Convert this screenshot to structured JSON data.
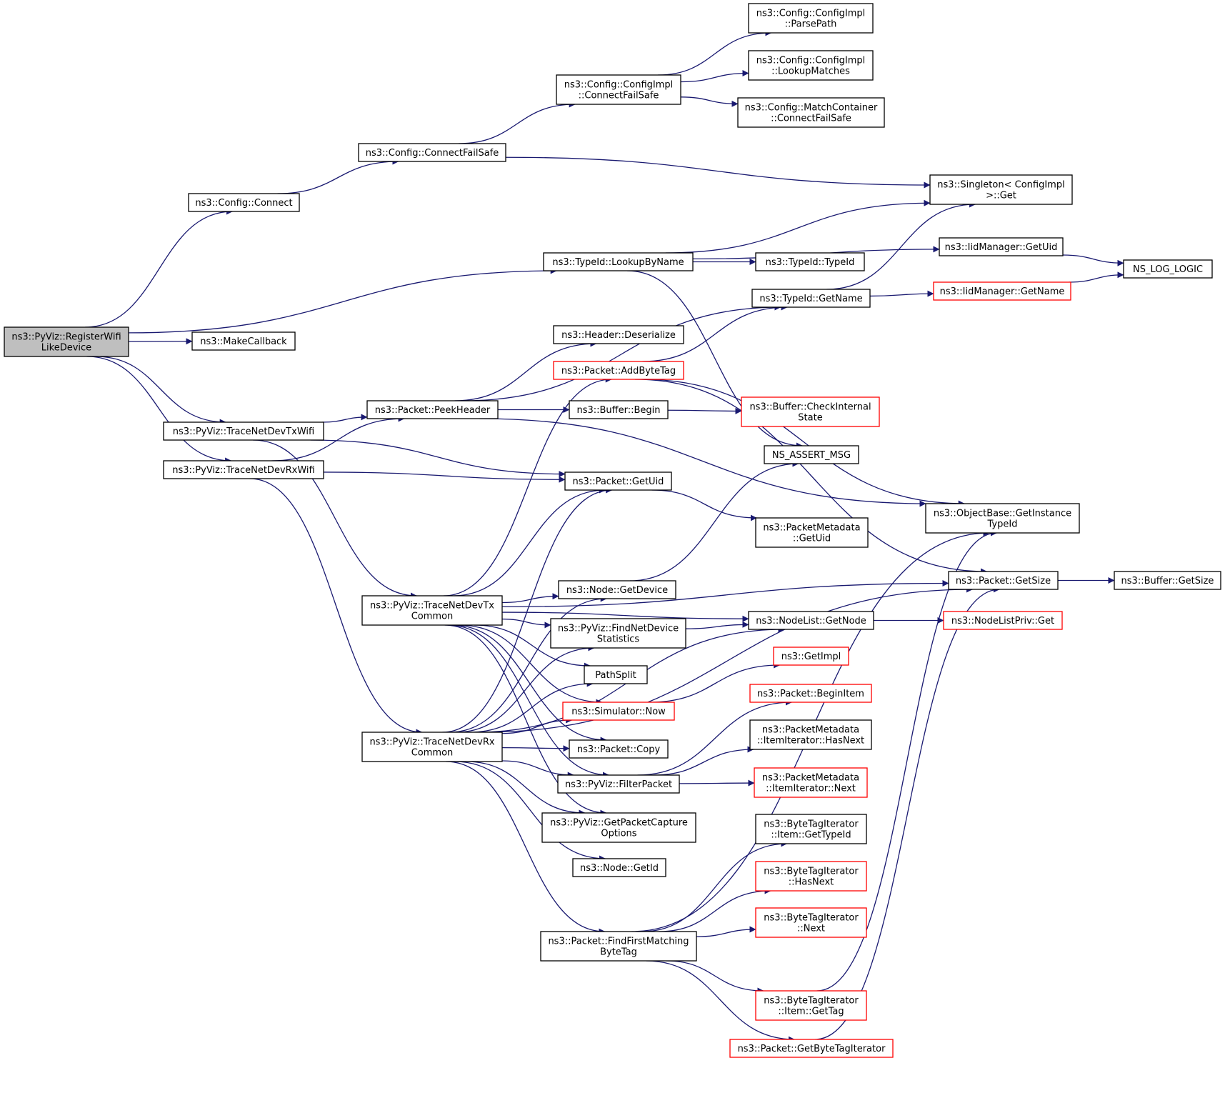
{
  "colors": {
    "edge": "#191970",
    "root_fill": "#bfbfbf",
    "box_stroke": "#000000",
    "truncated_stroke": "#ff0000"
  },
  "nodes": [
    {
      "id": "root",
      "lines": [
        "ns3::PyViz::RegisterWifi",
        "LikeDevice"
      ],
      "style": "root"
    },
    {
      "id": "cfg_connect",
      "lines": [
        "ns3::Config::Connect"
      ]
    },
    {
      "id": "cfg_cfs",
      "lines": [
        "ns3::Config::ConnectFailSafe"
      ]
    },
    {
      "id": "impl_cfs",
      "lines": [
        "ns3::Config::ConfigImpl",
        "::ConnectFailSafe"
      ]
    },
    {
      "id": "parsepath",
      "lines": [
        "ns3::Config::ConfigImpl",
        "::ParsePath"
      ]
    },
    {
      "id": "lookupmatches",
      "lines": [
        "ns3::Config::ConfigImpl",
        "::LookupMatches"
      ]
    },
    {
      "id": "mc_cfs",
      "lines": [
        "ns3::Config::MatchContainer",
        "::ConnectFailSafe"
      ]
    },
    {
      "id": "singleton",
      "lines": [
        "ns3::Singleton< ConfigImpl",
        ">::Get"
      ]
    },
    {
      "id": "lookupbyname",
      "lines": [
        "ns3::TypeId::LookupByName"
      ]
    },
    {
      "id": "iid_getuid",
      "lines": [
        "ns3::IidManager::GetUid"
      ]
    },
    {
      "id": "typeid_typeid",
      "lines": [
        "ns3::TypeId::TypeId"
      ]
    },
    {
      "id": "nslog",
      "lines": [
        "NS_LOG_LOGIC"
      ]
    },
    {
      "id": "typeid_getname",
      "lines": [
        "ns3::TypeId::GetName"
      ]
    },
    {
      "id": "iid_getname",
      "lines": [
        "ns3::IidManager::GetName"
      ],
      "style": "red"
    },
    {
      "id": "makecallback",
      "lines": [
        "ns3::MakeCallback"
      ]
    },
    {
      "id": "hdr_deser",
      "lines": [
        "ns3::Header::Deserialize"
      ]
    },
    {
      "id": "addbytetag",
      "lines": [
        "ns3::Packet::AddByteTag"
      ],
      "style": "red"
    },
    {
      "id": "peekheader",
      "lines": [
        "ns3::Packet::PeekHeader"
      ]
    },
    {
      "id": "buf_begin",
      "lines": [
        "ns3::Buffer::Begin"
      ]
    },
    {
      "id": "buf_check",
      "lines": [
        "ns3::Buffer::CheckInternal",
        "State"
      ],
      "style": "red"
    },
    {
      "id": "tx_wifi",
      "lines": [
        "ns3::PyViz::TraceNetDevTxWifi"
      ]
    },
    {
      "id": "rx_wifi",
      "lines": [
        "ns3::PyViz::TraceNetDevRxWifi"
      ]
    },
    {
      "id": "assert",
      "lines": [
        "NS_ASSERT_MSG"
      ]
    },
    {
      "id": "getuid",
      "lines": [
        "ns3::Packet::GetUid"
      ]
    },
    {
      "id": "obj_gettype",
      "lines": [
        "ns3::ObjectBase::GetInstance",
        "TypeId"
      ]
    },
    {
      "id": "pm_getuid",
      "lines": [
        "ns3::PacketMetadata",
        "::GetUid"
      ]
    },
    {
      "id": "getsize",
      "lines": [
        "ns3::Packet::GetSize"
      ]
    },
    {
      "id": "buf_getsize",
      "lines": [
        "ns3::Buffer::GetSize"
      ]
    },
    {
      "id": "tx_common",
      "lines": [
        "ns3::PyViz::TraceNetDevTx",
        "Common"
      ]
    },
    {
      "id": "node_getdev",
      "lines": [
        "ns3::Node::GetDevice"
      ]
    },
    {
      "id": "findstats",
      "lines": [
        "ns3::PyViz::FindNetDevice",
        "Statistics"
      ]
    },
    {
      "id": "nl_getnode",
      "lines": [
        "ns3::NodeList::GetNode"
      ]
    },
    {
      "id": "nlp_get",
      "lines": [
        "ns3::NodeListPriv::Get"
      ],
      "style": "red"
    },
    {
      "id": "getimpl",
      "lines": [
        "ns3::GetImpl"
      ],
      "style": "red"
    },
    {
      "id": "pathsplit",
      "lines": [
        "PathSplit"
      ]
    },
    {
      "id": "beginitem",
      "lines": [
        "ns3::Packet::BeginItem"
      ],
      "style": "red"
    },
    {
      "id": "now",
      "lines": [
        "ns3::Simulator::Now"
      ],
      "style": "red"
    },
    {
      "id": "pm_hasnext",
      "lines": [
        "ns3::PacketMetadata",
        "::ItemIterator::HasNext"
      ]
    },
    {
      "id": "rx_common",
      "lines": [
        "ns3::PyViz::TraceNetDevRx",
        "Common"
      ]
    },
    {
      "id": "copy",
      "lines": [
        "ns3::Packet::Copy"
      ]
    },
    {
      "id": "filter",
      "lines": [
        "ns3::PyViz::FilterPacket"
      ]
    },
    {
      "id": "pm_next",
      "lines": [
        "ns3::PacketMetadata",
        "::ItemIterator::Next"
      ],
      "style": "red"
    },
    {
      "id": "capopts",
      "lines": [
        "ns3::PyViz::GetPacketCapture",
        "Options"
      ]
    },
    {
      "id": "bti_gettypeid",
      "lines": [
        "ns3::ByteTagIterator",
        "::Item::GetTypeId"
      ]
    },
    {
      "id": "node_getid",
      "lines": [
        "ns3::Node::GetId"
      ]
    },
    {
      "id": "bti_hasnext",
      "lines": [
        "ns3::ByteTagIterator",
        "::HasNext"
      ],
      "style": "red"
    },
    {
      "id": "bti_next",
      "lines": [
        "ns3::ByteTagIterator",
        "::Next"
      ],
      "style": "red"
    },
    {
      "id": "findfirst",
      "lines": [
        "ns3::Packet::FindFirstMatching",
        "ByteTag"
      ]
    },
    {
      "id": "bti_gettag",
      "lines": [
        "ns3::ByteTagIterator",
        "::Item::GetTag"
      ],
      "style": "red"
    },
    {
      "id": "getbti",
      "lines": [
        "ns3::Packet::GetByteTagIterator"
      ],
      "style": "red"
    }
  ],
  "edges": [
    [
      "root",
      "cfg_connect"
    ],
    [
      "root",
      "lookupbyname"
    ],
    [
      "root",
      "makecallback"
    ],
    [
      "root",
      "tx_wifi"
    ],
    [
      "root",
      "rx_wifi"
    ],
    [
      "cfg_connect",
      "cfg_cfs"
    ],
    [
      "cfg_cfs",
      "impl_cfs"
    ],
    [
      "cfg_cfs",
      "singleton"
    ],
    [
      "impl_cfs",
      "parsepath"
    ],
    [
      "impl_cfs",
      "lookupmatches"
    ],
    [
      "impl_cfs",
      "mc_cfs"
    ],
    [
      "lookupbyname",
      "singleton"
    ],
    [
      "lookupbyname",
      "iid_getuid"
    ],
    [
      "lookupbyname",
      "typeid_typeid"
    ],
    [
      "lookupbyname",
      "assert"
    ],
    [
      "iid_getuid",
      "nslog"
    ],
    [
      "typeid_getname",
      "singleton"
    ],
    [
      "typeid_getname",
      "iid_getname"
    ],
    [
      "iid_getname",
      "nslog"
    ],
    [
      "tx_wifi",
      "peekheader"
    ],
    [
      "tx_wifi",
      "getuid"
    ],
    [
      "tx_wifi",
      "tx_common"
    ],
    [
      "rx_wifi",
      "peekheader"
    ],
    [
      "rx_wifi",
      "getuid"
    ],
    [
      "rx_wifi",
      "rx_common"
    ],
    [
      "peekheader",
      "typeid_getname"
    ],
    [
      "peekheader",
      "hdr_deser"
    ],
    [
      "peekheader",
      "buf_begin"
    ],
    [
      "peekheader",
      "obj_gettype"
    ],
    [
      "buf_begin",
      "buf_check"
    ],
    [
      "addbytetag",
      "typeid_getname"
    ],
    [
      "addbytetag",
      "obj_gettype"
    ],
    [
      "addbytetag",
      "getsize"
    ],
    [
      "getuid",
      "pm_getuid"
    ],
    [
      "getsize",
      "buf_getsize"
    ],
    [
      "node_getdev",
      "assert"
    ],
    [
      "findstats",
      "nl_getnode"
    ],
    [
      "nl_getnode",
      "nlp_get"
    ],
    [
      "now",
      "getimpl"
    ],
    [
      "filter",
      "beginitem"
    ],
    [
      "filter",
      "pm_hasnext"
    ],
    [
      "filter",
      "pm_next"
    ],
    [
      "tx_common",
      "addbytetag"
    ],
    [
      "tx_common",
      "getuid"
    ],
    [
      "tx_common",
      "getsize"
    ],
    [
      "tx_common",
      "nl_getnode"
    ],
    [
      "tx_common",
      "node_getdev"
    ],
    [
      "tx_common",
      "findstats"
    ],
    [
      "tx_common",
      "pathsplit"
    ],
    [
      "tx_common",
      "now"
    ],
    [
      "tx_common",
      "copy"
    ],
    [
      "tx_common",
      "filter"
    ],
    [
      "tx_common",
      "capopts"
    ],
    [
      "rx_common",
      "getuid"
    ],
    [
      "rx_common",
      "node_getdev"
    ],
    [
      "rx_common",
      "findstats"
    ],
    [
      "rx_common",
      "pathsplit"
    ],
    [
      "rx_common",
      "now"
    ],
    [
      "rx_common",
      "copy"
    ],
    [
      "rx_common",
      "filter"
    ],
    [
      "rx_common",
      "capopts"
    ],
    [
      "rx_common",
      "node_getid"
    ],
    [
      "rx_common",
      "findfirst"
    ],
    [
      "rx_common",
      "nl_getnode"
    ],
    [
      "rx_common",
      "getsize"
    ],
    [
      "findfirst",
      "bti_gettypeid"
    ],
    [
      "findfirst",
      "bti_hasnext"
    ],
    [
      "findfirst",
      "bti_next"
    ],
    [
      "findfirst",
      "bti_gettag"
    ],
    [
      "findfirst",
      "getbti"
    ],
    [
      "findfirst",
      "obj_gettype"
    ],
    [
      "bti_gettag",
      "obj_gettype"
    ],
    [
      "getbti",
      "getsize"
    ]
  ]
}
